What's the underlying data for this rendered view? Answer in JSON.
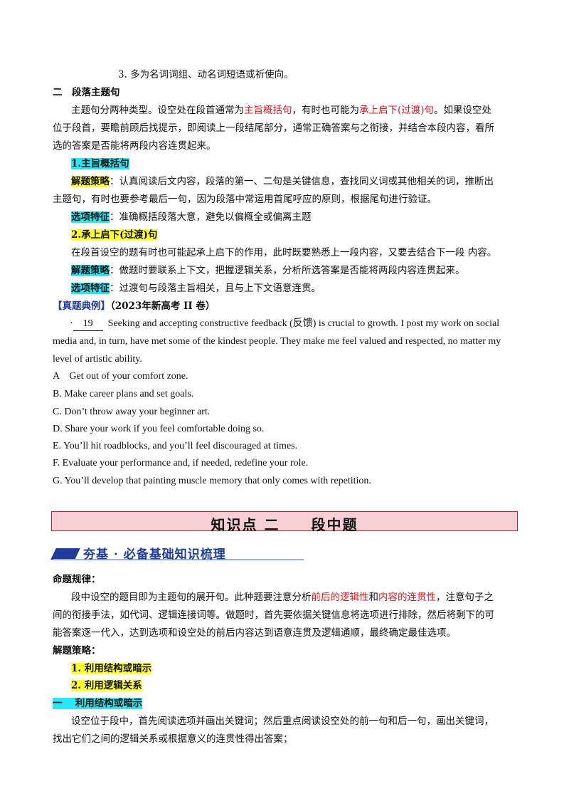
{
  "section1": {
    "item3": "3. 多为名词词组、动名词短语或祈使向。",
    "heading": "二　段落主题句",
    "intro": {
      "line1_a": "主题句分两种类型。设空处在段首通常为",
      "line1_red1": "主旨概括句",
      "line1_b": "，有时也可能为",
      "line1_red2": "承上启下(过渡)句",
      "line1_c": "。如果设空处",
      "line2": "位于段首，要瞻前顾后找提示，即阅读上一段结尾部分，通常正确答案与之衔接，并结合本段内容，看所",
      "line3": "选的答案是否能将两段内容连贯起来。"
    },
    "sub1": {
      "title": "1.主旨概括句",
      "strategy_label": "解题策略",
      "strategy_text1": "：认真阅读后文内容，段落的第一、二句是关键信息，查找同义词或其他相关的词，推断出",
      "strategy_text2": "主题句，有时也要参考最后一句，因为段落中常运用首尾呼应的原则，根据尾句进行验证。",
      "feature_label": "选项特征",
      "feature_text": "：准确概括段落大意，避免以偏概全或偏离主题"
    },
    "sub2": {
      "title": "2.承上启下(过渡)句",
      "intro": "在段首设空的题有时也可能起承上启下的作用，此时既要熟悉上一段内容，又要去结合下一段 内容。",
      "strategy_label": "解题策略",
      "strategy_text": "：做题时要联系上下文，把握逻辑关系，分析所选答案是否能将两段内容连贯起来。",
      "feature_label": "选项特征",
      "feature_text": "：过渡句与段落主旨相关，且与上下文语意连贯。"
    },
    "example": {
      "label": "【真题典例】",
      "source": "（2023年新高考 II 卷）",
      "dot": "·",
      "blank_number": "19",
      "passage1": "Seeking and accepting constructive feedback (反馈) is crucial to growth. I post my work on social",
      "passage2": "media and, in turn, have met some of the kindest people. They make me feel valued and respected, no matter my",
      "passage3": "level of artistic ability.",
      "options": [
        "A　Get out of your comfort zone.",
        "B.  Make career plans and set goals.",
        "C.  Don’t throw away your beginner art.",
        "D.  Share your work if you feel comfortable doing so.",
        "E.  You’ll hit roadblocks, and you’ll feel discouraged at times.",
        "F.  Evaluate your performance and, if needed, redefine your role.",
        "G.  You’ll develop that painting muscle memory that only comes with repetition."
      ]
    }
  },
  "banner": {
    "title": "知识点 二　　段中题"
  },
  "subbanner": {
    "title": "夯基 · 必备基础知识梳理"
  },
  "section2": {
    "rule_label": "命题规律：",
    "rule_line1_a": "段中设空的题目即为主题句的展开句。此种题要注意分析",
    "rule_line1_red1": "前后的逻辑性",
    "rule_line1_b": "和",
    "rule_line1_red2": "内容的连贯性",
    "rule_line1_c": "，注意句子之",
    "rule_line2": "间的衔接手法，如代词、逻辑连接词等。做题时，首先要依据关键信息将选项进行排除，然后将剩下的可",
    "rule_line3": "能答案逐一代入，达到选项和设空处的前后内容达到语意连贯及逻辑通顺，最终确定最佳选项。",
    "strategy_label": "解题策略：",
    "strategies": [
      "1. 利用结构或暗示",
      "2. 利用逻辑关系"
    ],
    "part1_title": "一　 利用结构或暗示",
    "part1_line1": "设空位于段中，首先阅读选项并画出关键词；然后重点阅读设空处的前一句和后一句，画出关键词，",
    "part1_line2": "找出它们之间的逻辑关系或根据意义的连贯性得出答案；"
  }
}
